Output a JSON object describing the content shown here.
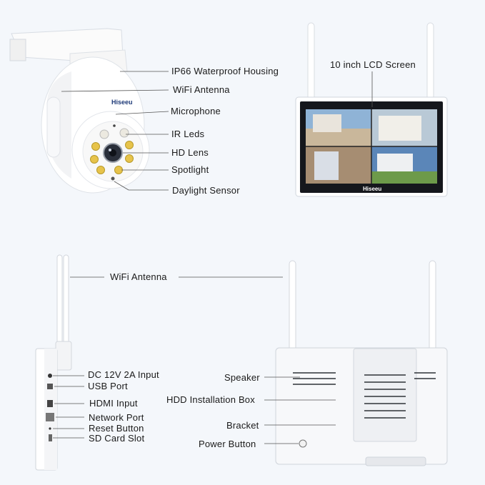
{
  "camera": {
    "brand": "Hiseeu",
    "labels": {
      "housing": "IP66 Waterproof Housing",
      "antenna": "WiFi Antenna",
      "microphone": "Microphone",
      "ir_leds": "IR Leds",
      "lens": "HD Lens",
      "spotlight": "Spotlight",
      "daylight": "Daylight Sensor"
    }
  },
  "monitor": {
    "brand": "Hiseeu",
    "screen_label": "10 inch LCD Screen"
  },
  "side_view": {
    "antenna": "WiFi Antenna",
    "ports": {
      "dc": "DC 12V 2A Input",
      "usb": "USB Port",
      "hdmi": "HDMI Input",
      "network": "Network Port",
      "reset": "Reset Button",
      "sd": "SD Card Slot"
    }
  },
  "back_view": {
    "speaker": "Speaker",
    "hdd": "HDD Installation Box",
    "bracket": "Bracket",
    "power": "Power Button"
  },
  "colors": {
    "background": "#f4f7fb",
    "device": "#ffffff",
    "line": "#555555",
    "spotlight": "#e7c34a"
  }
}
